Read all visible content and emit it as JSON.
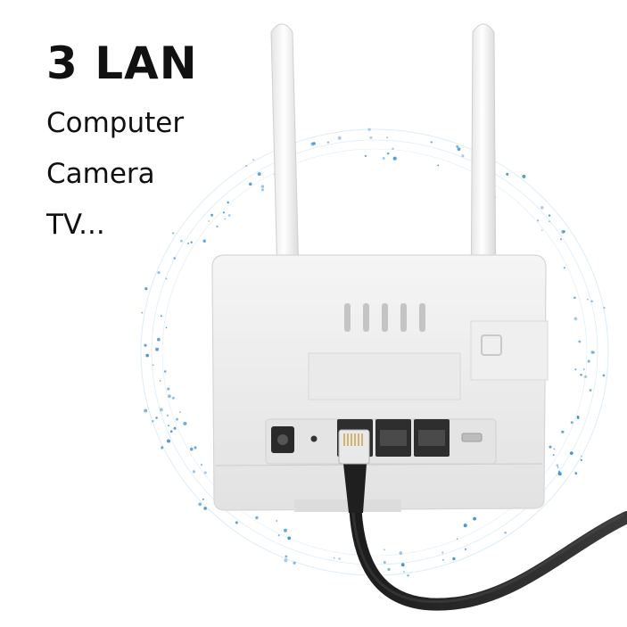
{
  "headline": "3 LAN",
  "uses": [
    "Computer",
    "Camera",
    "TV..."
  ],
  "colors": {
    "text": "#111111",
    "device_body": "#f1f1f1",
    "port_panel": "#e6e6e6",
    "network_dots": "#3d8fd1",
    "cable": "#2b2b2b"
  },
  "icons": {
    "device": "router-icon",
    "cable": "ethernet-cable-icon"
  }
}
